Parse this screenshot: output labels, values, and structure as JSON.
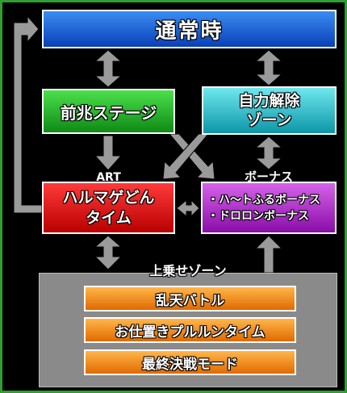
{
  "nodes": {
    "normal": "通常時",
    "zencho": "前兆ステージ",
    "jiriki": [
      "自力解除",
      "ゾーン"
    ],
    "art_tag": "ART",
    "art": [
      "ハルマゲどん",
      "タイム"
    ],
    "bonus_tag": "ボーナス",
    "bonus_items": [
      "・ハ～トふるボーナス",
      "・ドロロンボーナス"
    ],
    "jousho_title": "上乗せゾーン",
    "jousho_items": [
      "乱天バトル",
      "お仕置きプルルンタイム",
      "最終決戦モード"
    ]
  },
  "colors": {
    "normal": "#1f6fe0",
    "zencho": "#2fb82f",
    "jiriki": "#3cc3d0",
    "art": "#e01515",
    "bonus": "#b030d0",
    "jousho": "#8a8a8a",
    "sub": "#f08a10",
    "arrow": "#9a9a9a",
    "frame": "#2fa02f"
  }
}
